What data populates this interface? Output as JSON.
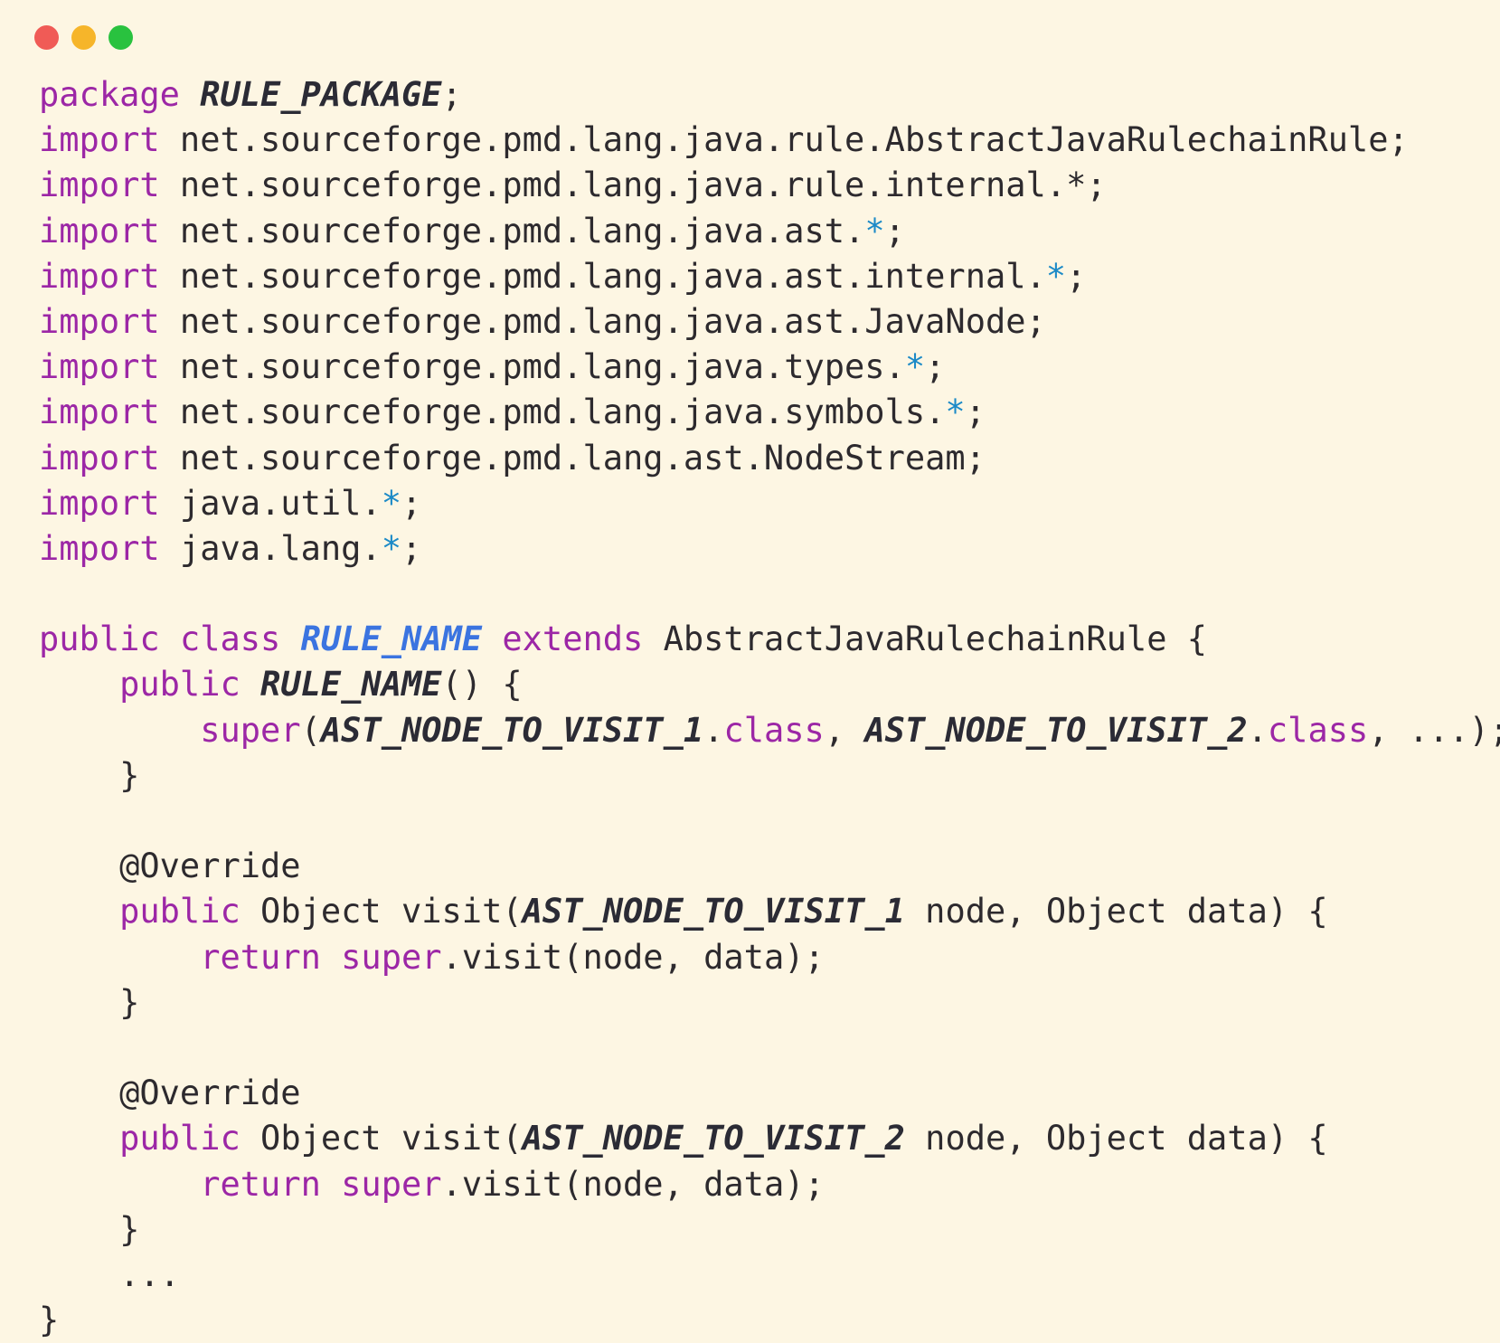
{
  "colors": {
    "background": "#fdf6e3",
    "window_close": "#f05b56",
    "window_minimize": "#f6b52a",
    "window_maximize": "#29c23f",
    "keyword": "#9c27a6",
    "placeholder": "#2b2b35",
    "classname": "#3b74e0",
    "wildcard": "#1c8ac7",
    "text": "#2d2a2e"
  },
  "window_controls": [
    {
      "name": "close-dot",
      "color": "#f05b56"
    },
    {
      "name": "minimize-dot",
      "color": "#f6b52a"
    },
    {
      "name": "maximize-dot",
      "color": "#29c23f"
    }
  ],
  "code_lines": [
    [
      [
        "keyword",
        "package"
      ],
      [
        "plain",
        " "
      ],
      [
        "placeholder",
        "RULE_PACKAGE"
      ],
      [
        "plain",
        ";"
      ]
    ],
    [
      [
        "keyword",
        "import"
      ],
      [
        "plain",
        " net.sourceforge.pmd.lang.java.rule.AbstractJavaRulechainRule;"
      ]
    ],
    [
      [
        "keyword",
        "import"
      ],
      [
        "plain",
        " net.sourceforge.pmd.lang.java.rule.internal.*;"
      ]
    ],
    [
      [
        "keyword",
        "import"
      ],
      [
        "plain",
        " net.sourceforge.pmd.lang.java.ast."
      ],
      [
        "star",
        "*"
      ],
      [
        "plain",
        ";"
      ]
    ],
    [
      [
        "keyword",
        "import"
      ],
      [
        "plain",
        " net.sourceforge.pmd.lang.java.ast.internal."
      ],
      [
        "star",
        "*"
      ],
      [
        "plain",
        ";"
      ]
    ],
    [
      [
        "keyword",
        "import"
      ],
      [
        "plain",
        " net.sourceforge.pmd.lang.java.ast.JavaNode;"
      ]
    ],
    [
      [
        "keyword",
        "import"
      ],
      [
        "plain",
        " net.sourceforge.pmd.lang.java.types."
      ],
      [
        "star",
        "*"
      ],
      [
        "plain",
        ";"
      ]
    ],
    [
      [
        "keyword",
        "import"
      ],
      [
        "plain",
        " net.sourceforge.pmd.lang.java.symbols."
      ],
      [
        "star",
        "*"
      ],
      [
        "plain",
        ";"
      ]
    ],
    [
      [
        "keyword",
        "import"
      ],
      [
        "plain",
        " net.sourceforge.pmd.lang.ast.NodeStream;"
      ]
    ],
    [
      [
        "keyword",
        "import"
      ],
      [
        "plain",
        " java.util."
      ],
      [
        "star",
        "*"
      ],
      [
        "plain",
        ";"
      ]
    ],
    [
      [
        "keyword",
        "import"
      ],
      [
        "plain",
        " java.lang."
      ],
      [
        "star",
        "*"
      ],
      [
        "plain",
        ";"
      ]
    ],
    [],
    [
      [
        "keyword",
        "public"
      ],
      [
        "plain",
        " "
      ],
      [
        "keyword",
        "class"
      ],
      [
        "plain",
        " "
      ],
      [
        "classname",
        "RULE_NAME"
      ],
      [
        "plain",
        " "
      ],
      [
        "keyword",
        "extends"
      ],
      [
        "plain",
        " AbstractJavaRulechainRule {"
      ]
    ],
    [
      [
        "plain",
        "    "
      ],
      [
        "keyword",
        "public"
      ],
      [
        "plain",
        " "
      ],
      [
        "placeholder",
        "RULE_NAME"
      ],
      [
        "plain",
        "() {"
      ]
    ],
    [
      [
        "plain",
        "        "
      ],
      [
        "keyword",
        "super"
      ],
      [
        "plain",
        "("
      ],
      [
        "placeholder",
        "AST_NODE_TO_VISIT_1"
      ],
      [
        "plain",
        "."
      ],
      [
        "keyword",
        "class"
      ],
      [
        "plain",
        ", "
      ],
      [
        "placeholder",
        "AST_NODE_TO_VISIT_2"
      ],
      [
        "plain",
        "."
      ],
      [
        "keyword",
        "class"
      ],
      [
        "plain",
        ", ...);"
      ]
    ],
    [
      [
        "plain",
        "    }"
      ]
    ],
    [],
    [
      [
        "plain",
        "    @Override"
      ]
    ],
    [
      [
        "plain",
        "    "
      ],
      [
        "keyword",
        "public"
      ],
      [
        "plain",
        " Object visit("
      ],
      [
        "placeholder",
        "AST_NODE_TO_VISIT_1"
      ],
      [
        "plain",
        " node, Object data) {"
      ]
    ],
    [
      [
        "plain",
        "        "
      ],
      [
        "keyword",
        "return"
      ],
      [
        "plain",
        " "
      ],
      [
        "keyword",
        "super"
      ],
      [
        "plain",
        ".visit(node, data);"
      ]
    ],
    [
      [
        "plain",
        "    }"
      ]
    ],
    [],
    [
      [
        "plain",
        "    @Override"
      ]
    ],
    [
      [
        "plain",
        "    "
      ],
      [
        "keyword",
        "public"
      ],
      [
        "plain",
        " Object visit("
      ],
      [
        "placeholder",
        "AST_NODE_TO_VISIT_2"
      ],
      [
        "plain",
        " node, Object data) {"
      ]
    ],
    [
      [
        "plain",
        "        "
      ],
      [
        "keyword",
        "return"
      ],
      [
        "plain",
        " "
      ],
      [
        "keyword",
        "super"
      ],
      [
        "plain",
        ".visit(node, data);"
      ]
    ],
    [
      [
        "plain",
        "    }"
      ]
    ],
    [
      [
        "plain",
        "    ..."
      ]
    ],
    [
      [
        "plain",
        "}"
      ]
    ]
  ]
}
